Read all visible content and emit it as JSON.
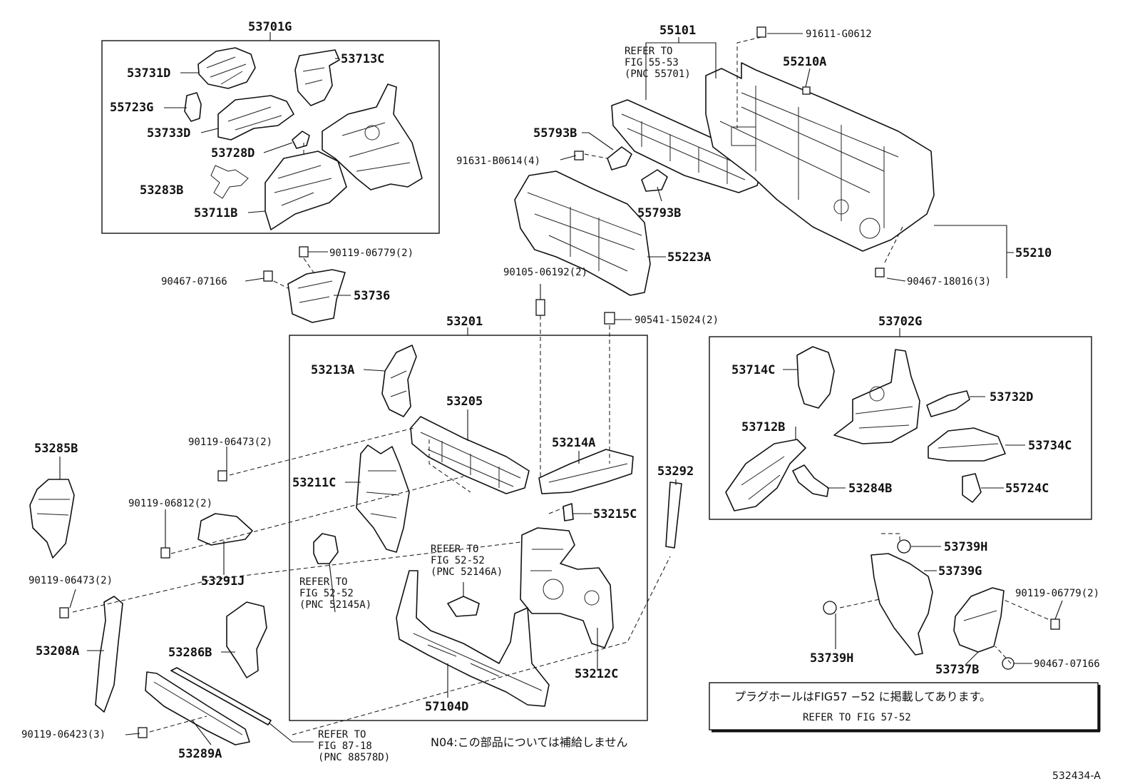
{
  "assemblies": {
    "a53701G": "53701G",
    "a55101": "55101",
    "a53201": "53201",
    "a53702G": "53702G",
    "a55210": "55210"
  },
  "parts": {
    "p53731D": "53731D",
    "p53713C": "53713C",
    "p55723G": "55723G",
    "p53733D": "53733D",
    "p53728D": "53728D",
    "p53283B": "53283B",
    "p53711B": "53711B",
    "p55210A": "55210A",
    "p55793B_a": "55793B",
    "p55793B_b": "55793B",
    "p55223A": "55223A",
    "p53736": "53736",
    "p53213A": "53213A",
    "p53205": "53205",
    "p53214A": "53214A",
    "p53211C": "53211C",
    "p53215C": "53215C",
    "p53212C": "53212C",
    "p57104D": "57104D",
    "p53292": "53292",
    "p53285B": "53285B",
    "p53291J": "53291J",
    "p53208A": "53208A",
    "p53286B": "53286B",
    "p53289A": "53289A",
    "p53714C": "53714C",
    "p53732D": "53732D",
    "p53712B": "53712B",
    "p53734C": "53734C",
    "p53284B": "53284B",
    "p55724C": "55724C",
    "p53739H_a": "53739H",
    "p53739G": "53739G",
    "p53739H_b": "53739H",
    "p53737B": "53737B"
  },
  "fasteners": {
    "f91611": "91611-G0612",
    "f91631": "91631-B0614(4)",
    "f90119_06779_a": "90119-06779(2)",
    "f90467_07166_a": "90467-07166",
    "f90105": "90105-06192(2)",
    "f90541": "90541-15024(2)",
    "f90467_18016": "90467-18016(3)",
    "f90119_06473_a": "90119-06473(2)",
    "f90119_06812": "90119-06812(2)",
    "f90119_06473_b": "90119-06473(2)",
    "f90119_06423": "90119-06423(3)",
    "f90119_06779_b": "90119-06779(2)",
    "f90467_07166_b": "90467-07166"
  },
  "refs": {
    "r1": [
      "REFER TO",
      "FIG 55-53",
      "(PNC 55701)"
    ],
    "r2": [
      "REFER TO",
      "FIG 52-52",
      "(PNC 52146A)"
    ],
    "r3": [
      "REFER TO",
      "FIG 52-52",
      "(PNC 52145A)"
    ],
    "r4": [
      "REFER TO",
      "FIG 87-18",
      "(PNC 88578D)"
    ]
  },
  "notes": {
    "n04": "N04:この部品については補給しません",
    "plug_jp": "プラグホールはFIG57 −52 に掲載してあります。",
    "plug_en": "REFER TO FIG 57-52",
    "figure_id": "532434-A"
  }
}
